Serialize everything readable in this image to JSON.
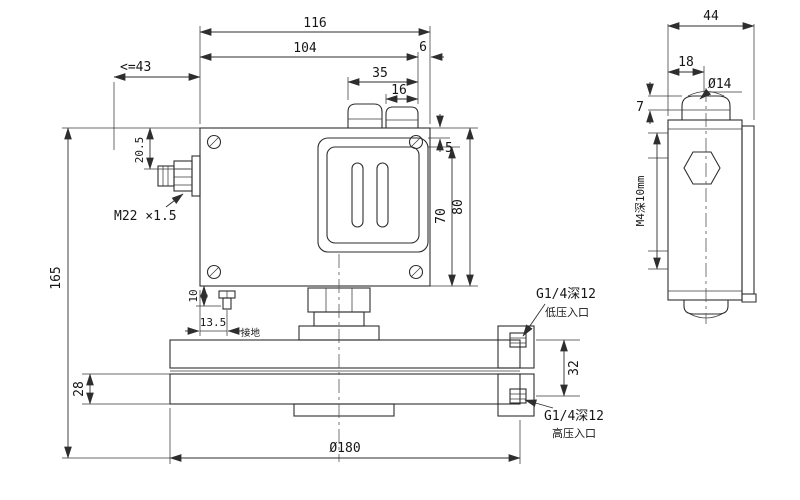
{
  "drawing": {
    "type": "pressure-switch-dimension-drawing",
    "front": {
      "dim_116": "116",
      "dim_104": "104",
      "dim_6": "6",
      "dim_35": "35",
      "dim_16": "16",
      "dim_le43": "<=43",
      "dim_20_5": "20.5",
      "dim_165": "165",
      "dim_5": "5",
      "dim_70": "70",
      "dim_80": "80",
      "dim_10": "10",
      "dim_13_5": "13.5",
      "dim_28": "28",
      "dim_32": "32",
      "dim_dia180": "Ø180",
      "thread_label": "M22 ×1.5",
      "ground_label": "接地",
      "port_low": {
        "thread": "G1/4深12",
        "name": "低压入口"
      },
      "port_high": {
        "thread": "G1/4深12",
        "name": "高压入口"
      }
    },
    "side": {
      "dim_44": "44",
      "dim_18": "18",
      "dim_7": "7",
      "dim_dia14": "Ø14",
      "hole_label": "M4深10mm"
    }
  }
}
